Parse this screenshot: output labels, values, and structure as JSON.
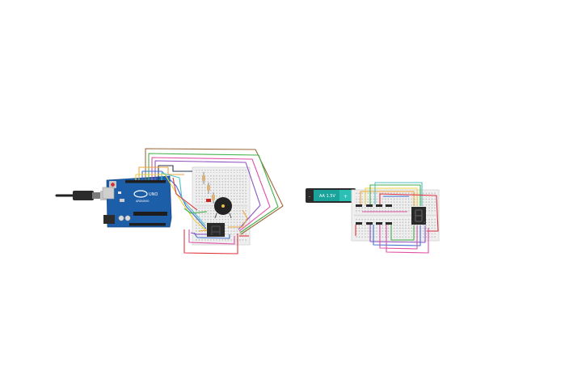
{
  "arduino": {
    "model_label": "UNO",
    "brand_label": "ARDUINO",
    "board_color": "#1d5ea8"
  },
  "battery": {
    "label": "AA 1.5V",
    "minus_symbol": "-",
    "plus_symbol": "+",
    "body_color": "#1aa39a"
  },
  "wire_colors": {
    "red": "#e0343f",
    "orange": "#f0a43a",
    "yellow": "#e9d339",
    "green": "#43b24a",
    "teal": "#4fc0c4",
    "blue": "#3d6fd1",
    "purple": "#8c4fc3",
    "pink": "#e04fa5",
    "brown": "#9a6a3a",
    "dark": "#2a3350"
  }
}
